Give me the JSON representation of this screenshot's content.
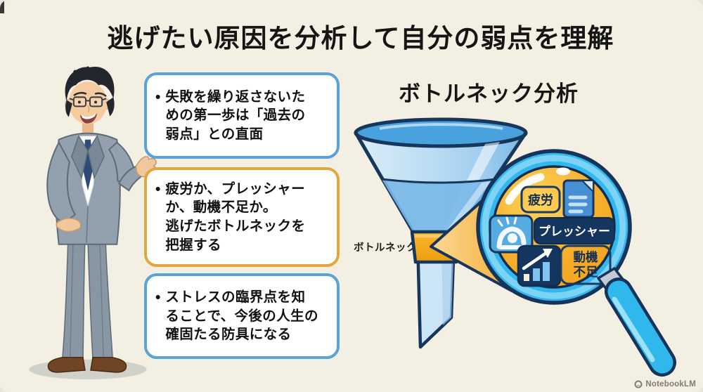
{
  "title": "逃げたい原因を分析して自分の弱点を理解",
  "bullet_glyph": "•",
  "bullets": [
    {
      "accent": "blue",
      "text": "失敗を繰り返さないた\nめの第一歩は「過去の\n弱点」との直面"
    },
    {
      "accent": "orange",
      "text": "疲労か、プレッシャー\nか、動機不足か。\n逃げたボトルネックを\n把握する"
    },
    {
      "accent": "blue",
      "text": "ストレスの臨界点を知\nることで、今後の人生の\n確固たる防具になる"
    }
  ],
  "diagram": {
    "heading": "ボトルネック分析",
    "funnel_label": "ボトルネック",
    "magnifier": {
      "tag_fatigue": "疲労",
      "tag_pressure": "プレッシャー",
      "tag_motivation_line1": "動機",
      "tag_motivation_line2": "不足"
    }
  },
  "watermark": "NotebookLM",
  "colors": {
    "background": "#F3EFE2",
    "card_border_blue": "#58A3D8",
    "card_border_orange": "#DFA83E",
    "navy": "#16355E",
    "cyan": "#33B8ED",
    "lens_orange": "#F5A928",
    "funnel_blue": "#7FBCE8",
    "title_text": "#151515"
  }
}
